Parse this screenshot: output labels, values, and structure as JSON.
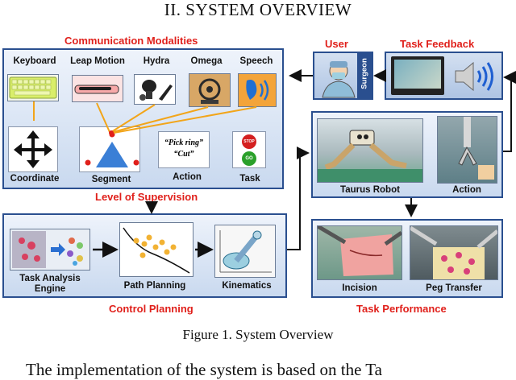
{
  "section_title": "II.   SYSTEM OVERVIEW",
  "communication": {
    "title": "Communication Modalities",
    "devices": [
      "Keyboard",
      "Leap Motion",
      "Hydra",
      "Omega",
      "Speech"
    ],
    "modes": {
      "coordinate": "Coordinate",
      "segment": "Segment",
      "action": "Action",
      "task": "Task",
      "action_text_1": "“Pick ring”",
      "action_text_2": "“Cut”",
      "stop_label": "STOP",
      "go_label": "GO"
    }
  },
  "supervision": {
    "title": "Level of Supervision"
  },
  "user": {
    "title": "User",
    "badge": "Surgeon"
  },
  "task_feedback": {
    "title": "Task Feedback"
  },
  "robot": {
    "robot_label": "Taurus Robot",
    "action_label": "Action"
  },
  "control": {
    "title": "Control Planning",
    "engine_line1": "Task Analysis",
    "engine_line2": "Engine",
    "path_planning": "Path Planning",
    "kinematics": "Kinematics"
  },
  "performance": {
    "title": "Task Performance",
    "incision": "Incision",
    "peg_transfer": "Peg Transfer"
  },
  "caption": "Figure 1. System Overview",
  "bottom_text": "The implementation of the system is based on the Ta",
  "colors": {
    "accent_red": "#e0201b",
    "panel_border": "#2a4f8f"
  }
}
